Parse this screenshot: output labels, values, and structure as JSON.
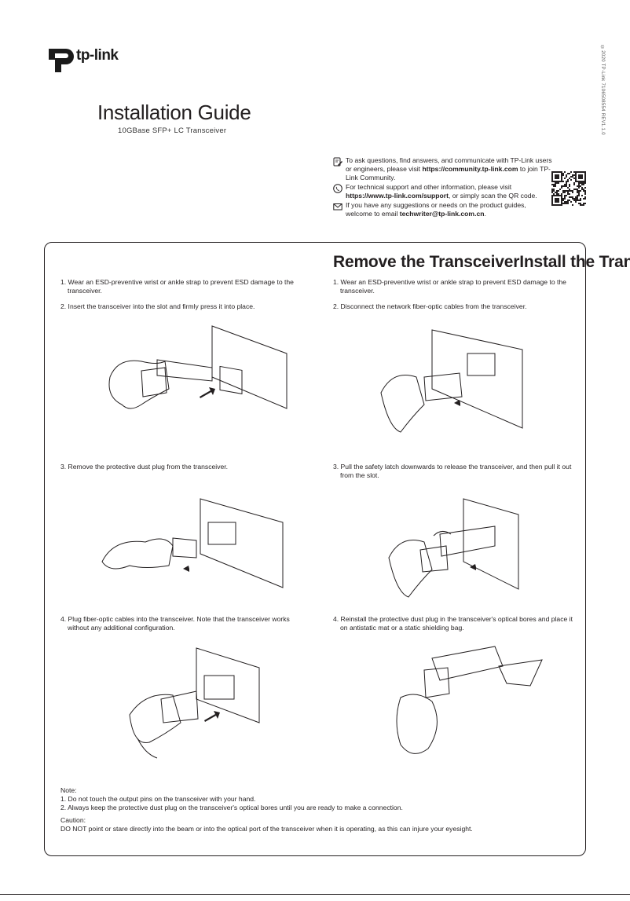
{
  "brand": {
    "name": "tp-link"
  },
  "header": {
    "title": "Installation Guide",
    "subtitle": "10GBase SFP+ LC Transceiver",
    "side_code": "©2020 TP-Link 7106508554 REV1.1.0"
  },
  "support": {
    "community": {
      "icon": "edit-note-icon",
      "text_before": "To ask questions, find answers, and communicate with TP-Link users or engineers, please visit ",
      "link": "https://community.tp-link.com",
      "text_after": " to join TP-Link Community."
    },
    "technical": {
      "icon": "phone-icon",
      "text_before": "For technical support and other information, please visit ",
      "link": "https://www.tp-link.com/support",
      "text_after": ", or simply scan the QR code."
    },
    "email": {
      "icon": "mail-icon",
      "text_before": "If you have any suggestions or needs on the product guides, welcome to email ",
      "link": "techwriter@tp-link.com.cn",
      "text_after": "."
    }
  },
  "section_title": "Remove the TransceiverInstall the Trans",
  "install_steps": [
    "1. Wear an ESD-preventive wrist or ankle strap to prevent ESD damage to the transceiver.",
    "2. Insert the transceiver into the slot and firmly press it into place.",
    "3. Remove the protective dust plug from the transceiver.",
    "4. Plug fiber-optic cables into the transceiver. Note that the transceiver works without any additional configuration."
  ],
  "remove_steps": [
    "1. Wear an ESD-preventive wrist or ankle strap to prevent ESD damage to the transceiver.",
    "2. Disconnect the network fiber-optic cables from the transceiver.",
    "3. Pull the safety latch downwards to release the transceiver, and then pull it out from the slot.",
    "4. Reinstall the protective dust plug in the transceiver's optical bores and place it on antistatic mat or a static shielding bag."
  ],
  "note": {
    "label": "Note:",
    "items": [
      "1. Do not touch the output pins on the transceiver with your hand.",
      "2. Always keep the protective dust plug on the transceiver's optical bores until you are ready to make a connection."
    ],
    "caution_label": "Caution:",
    "caution_text": "DO NOT point or stare directly into the beam or into the optical port of the transceiver when it is operating, as this can injure your eyesight."
  },
  "colors": {
    "ink": "#231f20"
  }
}
